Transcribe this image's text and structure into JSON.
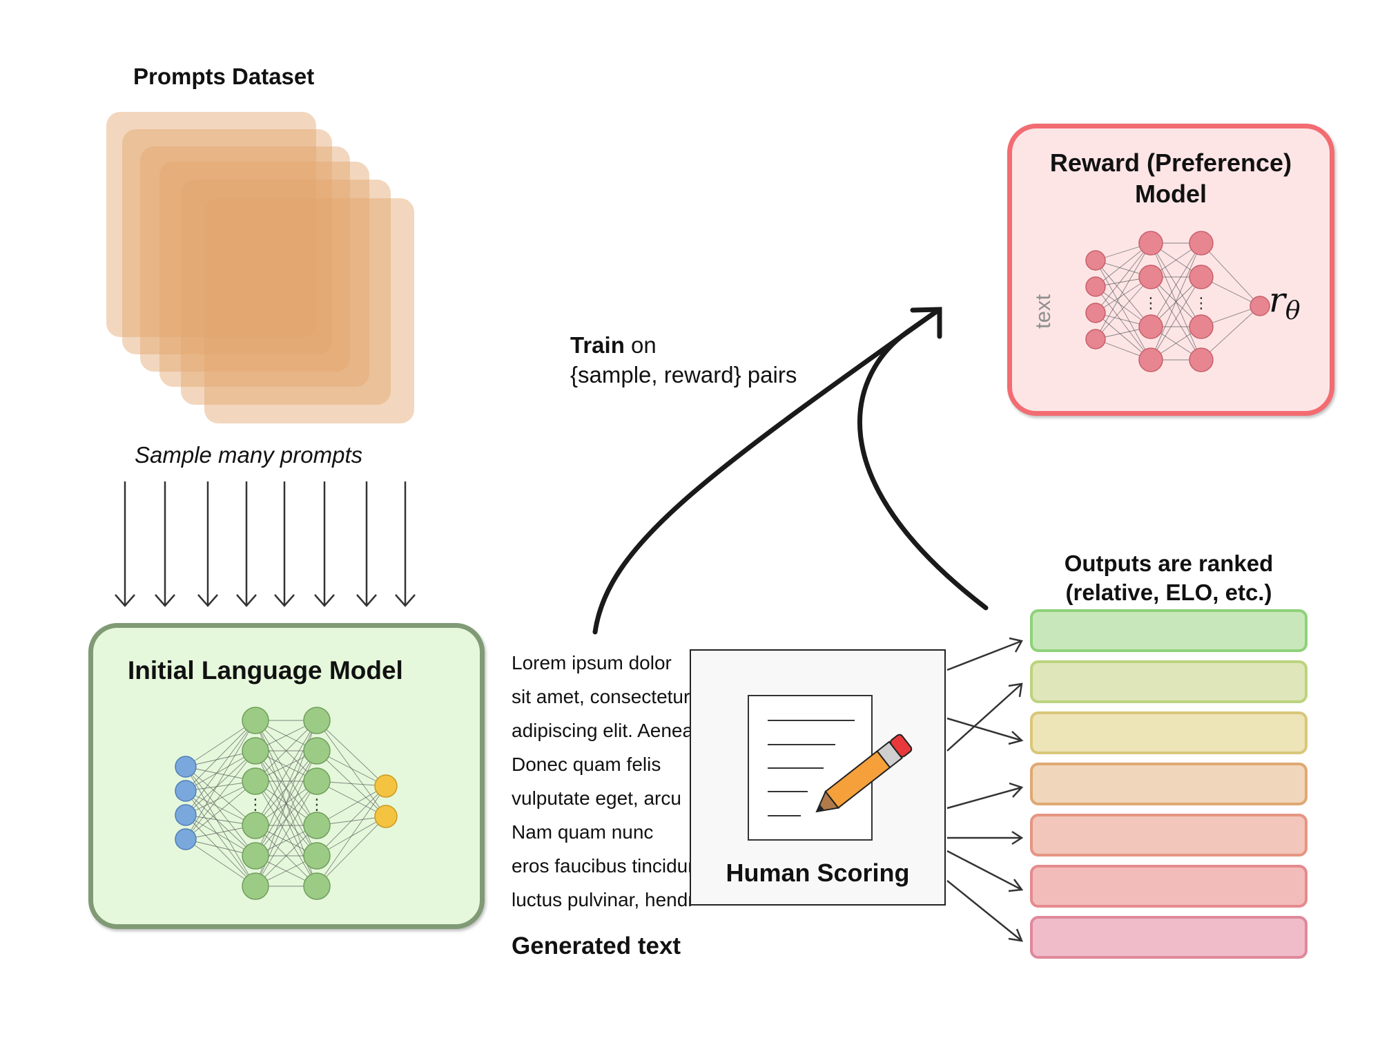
{
  "prompts_dataset": {
    "title": "Prompts Dataset",
    "caption": "Sample many prompts"
  },
  "initial_lm": {
    "title": "Initial Language Model"
  },
  "train": {
    "bold": "Train",
    "rest": " on",
    "line2": "{sample, reward} pairs"
  },
  "reward_model": {
    "title_line1": "Reward (Preference)",
    "title_line2": "Model",
    "input_label": "text",
    "output_symbol": "r",
    "output_subscript": "θ"
  },
  "generated": {
    "lines": [
      "Lorem ipsum dolor",
      "sit amet, consectetur",
      "adipiscing elit. Aenean",
      "Donec quam felis",
      "vulputate eget, arcu",
      "Nam quam nunc",
      "eros faucibus tincidunt",
      "luctus pulvinar, hendrerit"
    ],
    "label": "Generated text"
  },
  "human_scoring": {
    "label": "Human Scoring"
  },
  "outputs": {
    "title_line1": "Outputs are ranked",
    "title_line2": "(relative, ELO, etc.)",
    "bars": [
      {
        "fill": "#c8e8bb",
        "stroke": "#8fd17a"
      },
      {
        "fill": "#dfe6b9",
        "stroke": "#bcd37e"
      },
      {
        "fill": "#ede4b8",
        "stroke": "#d8c77a"
      },
      {
        "fill": "#f0d6bb",
        "stroke": "#dfa873"
      },
      {
        "fill": "#f2c6bb",
        "stroke": "#e59582"
      },
      {
        "fill": "#f2bcbb",
        "stroke": "#e58a8d"
      },
      {
        "fill": "#f1bcca",
        "stroke": "#e0889b"
      }
    ]
  },
  "colors": {
    "prompt_sheet": "#e2a76e",
    "lm_border": "#809a76",
    "lm_fill": "#e5f8db",
    "rm_border": "#f26c72",
    "rm_fill": "#fde5e6",
    "node_blue": "#7aa8dc",
    "node_green": "#9ccb86",
    "node_yellow": "#f5c342",
    "node_pink": "#e78690"
  }
}
